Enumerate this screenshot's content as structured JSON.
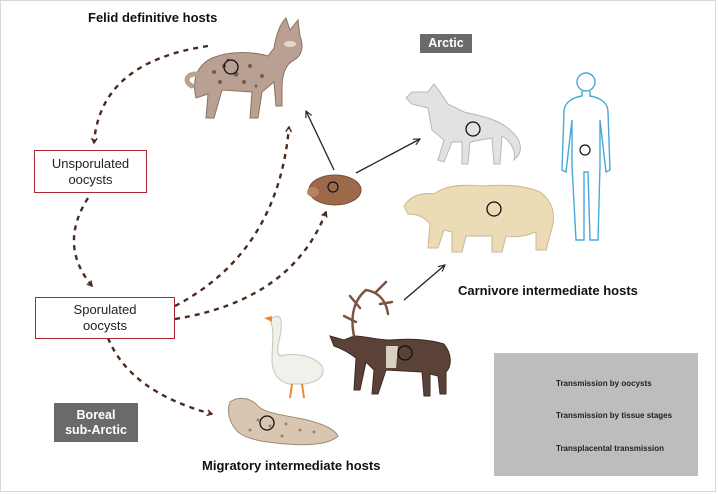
{
  "title_felid": "Felid definitive hosts",
  "region_arctic": "Arctic",
  "region_boreal": "Boreal\nsub-Arctic",
  "box_unsporulated": "Unsporulated\noocysts",
  "box_sporulated": "Sporulated\noocysts",
  "label_carnivore": "Carnivore intermediate hosts",
  "label_migratory": "Migratory intermediate hosts",
  "legend": {
    "oocysts": "Transmission by oocysts",
    "tissue": "Transmission by tissue stages",
    "transplacental": "Transplacental transmission"
  },
  "colors": {
    "dashed_arrow": "#4a2a1c",
    "box_border": "#a8282e",
    "tag_bg": "#6a6a6a",
    "legend_bg": "#bdbdbd",
    "human_outline": "#4aa8d8"
  },
  "icons": [
    "lynx-icon",
    "arctic-fox-icon",
    "polar-bear-icon",
    "human-icon",
    "vole-icon",
    "caribou-icon",
    "goose-icon",
    "seal-icon"
  ]
}
